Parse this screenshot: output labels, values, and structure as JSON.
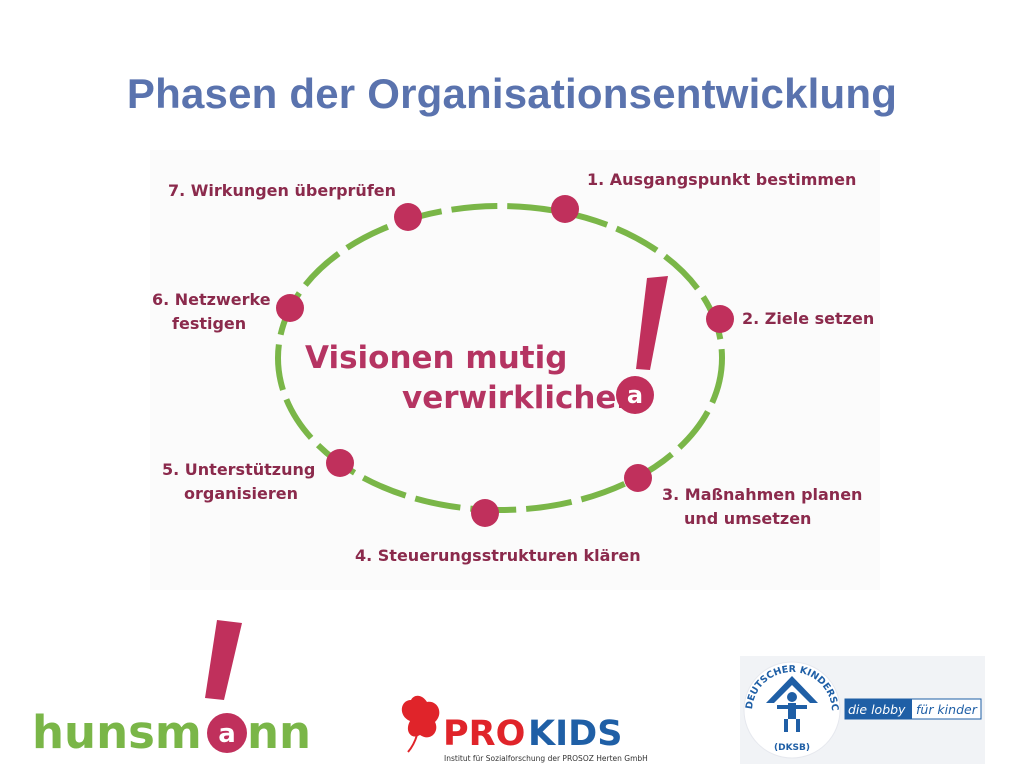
{
  "title": "Phasen der Organisationsentwicklung",
  "center": {
    "line1": "Visionen mutig",
    "line2": "verwirklichen",
    "mark": "a"
  },
  "phases": [
    {
      "line1": "1. Ausgangspunkt bestimmen",
      "line2": ""
    },
    {
      "line1": "2. Ziele setzen",
      "line2": ""
    },
    {
      "line1": "3. Maßnahmen planen",
      "line2": "und umsetzen"
    },
    {
      "line1": "4. Steuerungsstrukturen klären",
      "line2": ""
    },
    {
      "line1": "5. Unterstützung",
      "line2": "organisieren"
    },
    {
      "line1": "6. Netzwerke",
      "line2": "festigen"
    },
    {
      "line1": "7. Wirkungen überprüfen",
      "line2": ""
    }
  ],
  "logos": {
    "hunsmann": {
      "text_a": "hunsm",
      "text_b": "a",
      "text_c": "nn"
    },
    "prokids": {
      "text_a": "PRO",
      "text_b": "KIDS",
      "subtitle": "Institut für Sozialforschung der PROSOZ Herten GmbH"
    },
    "dksb": {
      "seal_text": "DEUTSCHER KINDERSCHUTZBUND E.V.",
      "seal_abbr": "(DKSB)",
      "lobby_a": "die lobby",
      "lobby_b": "für kinder"
    }
  },
  "colors": {
    "title": "#5a73ae",
    "ring": "#7ab648",
    "dot": "#c0305c",
    "label": "#8b2a4c",
    "center_text": "#b53462"
  }
}
